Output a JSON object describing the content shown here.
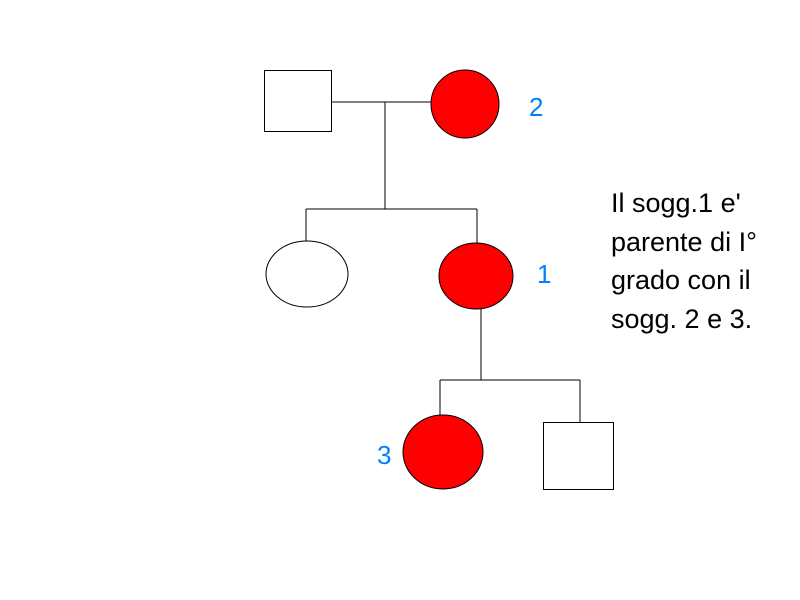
{
  "colors": {
    "affected": "#FF0000",
    "label": "#0080FF",
    "line": "#000000"
  },
  "labels": {
    "subject1": "1",
    "subject2": "2",
    "subject3": "3"
  },
  "note": {
    "lines": [
      "Il sogg.1 e'",
      "parente di I°",
      "grado con il",
      "sogg. 2 e 3."
    ]
  }
}
